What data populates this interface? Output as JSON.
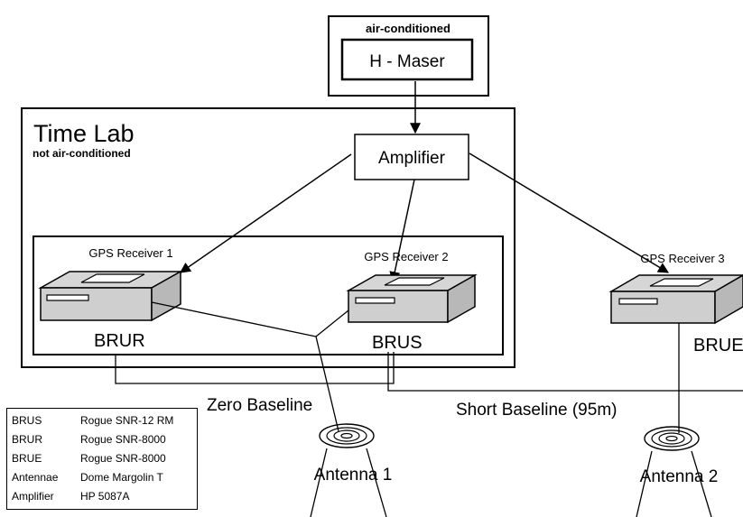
{
  "maser_box": {
    "label": "air-conditioned",
    "device": "H - Maser"
  },
  "time_lab": {
    "title": "Time Lab",
    "subtitle": "not air-conditioned"
  },
  "amplifier": {
    "label": "Amplifier"
  },
  "receivers": [
    {
      "title": "GPS Receiver 1",
      "station": "BRUR"
    },
    {
      "title": "GPS Receiver 2",
      "station": "BRUS"
    },
    {
      "title": "GPS Receiver 3",
      "station": "BRUE"
    }
  ],
  "baselines": {
    "zero": "Zero Baseline",
    "short": "Short Baseline (95m)"
  },
  "antennas": [
    {
      "label": "Antenna 1"
    },
    {
      "label": "Antenna 2"
    }
  ],
  "legend": [
    {
      "key": "BRUS",
      "value": "Rogue SNR-12 RM"
    },
    {
      "key": "BRUR",
      "value": "Rogue SNR-8000"
    },
    {
      "key": "BRUE",
      "value": "Rogue SNR-8000"
    },
    {
      "key": "Antennae",
      "value": "Dome Margolin T"
    },
    {
      "key": "Amplifier",
      "value": "HP 5087A"
    }
  ]
}
